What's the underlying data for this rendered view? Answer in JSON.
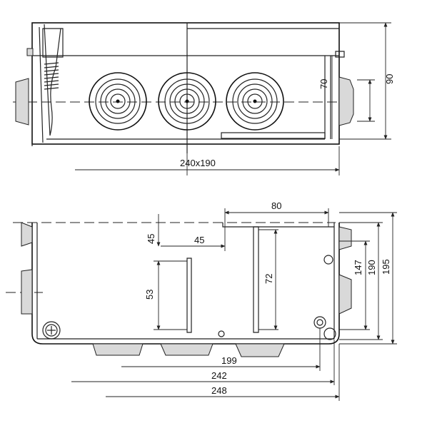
{
  "drawing": {
    "top_view": {
      "width_label": "240x190",
      "height_total_label": "90",
      "height_inner_label": "70"
    },
    "bottom_view": {
      "dim_80": "80",
      "dim_45_horizontal": "45",
      "dim_45_vertical": "45",
      "dim_53": "53",
      "dim_72": "72",
      "dim_147": "147",
      "dim_190": "190",
      "dim_195": "195",
      "dim_199": "199",
      "dim_242": "242",
      "dim_248": "248"
    }
  }
}
